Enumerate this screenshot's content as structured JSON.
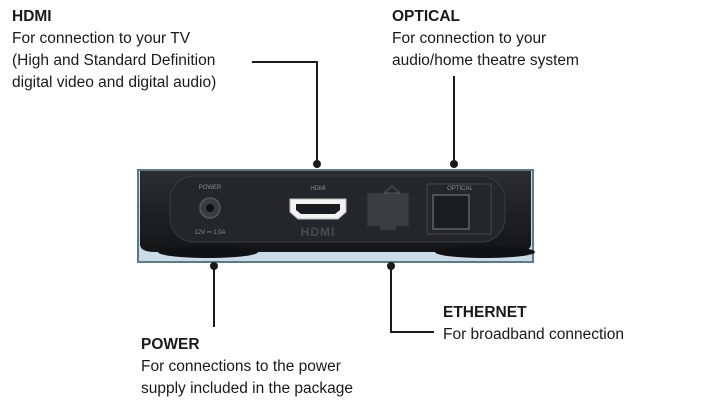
{
  "callouts": {
    "hdmi": {
      "title": "HDMI",
      "desc": "For connection to your TV\n(High and Standard Definition\ndigital video and digital audio)"
    },
    "optical": {
      "title": "OPTICAL",
      "desc": "For connection to your\naudio/home theatre system"
    },
    "power": {
      "title": "POWER",
      "desc": "For connections to the power\nsupply included in the package"
    },
    "ethernet": {
      "title": "ETHERNET",
      "desc": "For broadband connection"
    }
  },
  "device": {
    "power_port_label": "POWER",
    "power_rating": "12V ⎓ 1.0A",
    "hdmi_port_label": "HDMI",
    "hdmi_logo": "HDMI",
    "optical_port_label": "OPTICAL",
    "colors": {
      "body": "#1e1f22",
      "panel": "#2a2b2e",
      "base_light": "#c9dbe6",
      "frame": "#6e8a9a"
    }
  }
}
